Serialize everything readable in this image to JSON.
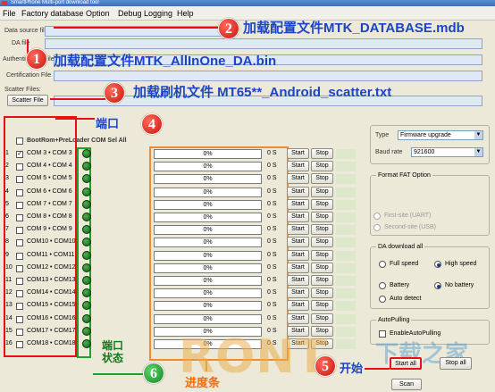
{
  "window": {
    "title": "SmartPhone Multi-port download tool"
  },
  "menu": [
    "File",
    "Factory database",
    "Option",
    "Debug Logging",
    "Help"
  ],
  "files": {
    "data_source_label": "Data source file",
    "da_label": "DA file",
    "auth_label": "Authentication File",
    "cert_label": "Certification File",
    "scatter_group_label": "Scatter Files:",
    "scatter_button": "Scatter File"
  },
  "callouts": {
    "c1": "加载配置文件MTK_AllInOne_DA.bin",
    "c2": "加载配置文件MTK_DATABASE.mdb",
    "c3": "加载刷机文件 MT65**_Android_scatter.txt",
    "c4": "端口",
    "c5": "开始",
    "c6": "端口\n状态",
    "progress": "进度条"
  },
  "badges": {
    "b1": "1",
    "b2": "2",
    "b3": "3",
    "b4": "4",
    "b5": "5",
    "b6": "6"
  },
  "ports": {
    "select_all_label": "BootRom+PreLoader COM Sel All",
    "rows": [
      {
        "index": "1",
        "name": "COM 3 • COM 3",
        "checked": true
      },
      {
        "index": "2",
        "name": "COM 4 • COM 4",
        "checked": false
      },
      {
        "index": "3",
        "name": "COM 5 • COM 5",
        "checked": false
      },
      {
        "index": "4",
        "name": "COM 6 • COM 6",
        "checked": false
      },
      {
        "index": "5",
        "name": "COM 7 • COM 7",
        "checked": false
      },
      {
        "index": "6",
        "name": "COM 8 • COM 8",
        "checked": false
      },
      {
        "index": "7",
        "name": "COM 9 • COM 9",
        "checked": false
      },
      {
        "index": "8",
        "name": "COM10 • COM10",
        "checked": false
      },
      {
        "index": "9",
        "name": "COM11 • COM11",
        "checked": false
      },
      {
        "index": "10",
        "name": "COM12 • COM12",
        "checked": false
      },
      {
        "index": "11",
        "name": "COM13 • COM13",
        "checked": false
      },
      {
        "index": "12",
        "name": "COM14 • COM14",
        "checked": false
      },
      {
        "index": "13",
        "name": "COM15 • COM15",
        "checked": false
      },
      {
        "index": "14",
        "name": "COM16 • COM16",
        "checked": false
      },
      {
        "index": "15",
        "name": "COM17 • COM17",
        "checked": false
      },
      {
        "index": "16",
        "name": "COM18 • COM18",
        "checked": false
      }
    ],
    "progress_text": "0%",
    "progress_value": 0,
    "seconds_text": "0 S",
    "start_label": "Start",
    "stop_label": "Stop"
  },
  "settings": {
    "type_label": "Type",
    "type_value": "Firmware upgrade",
    "baud_label": "Baud rate",
    "baud_value": "921600",
    "fat_group": "Format FAT Option",
    "fat_opt1": "First-site (UART)",
    "fat_opt2": "Second-site (USB)",
    "da_group": "DA download all",
    "full_speed": "Full speed",
    "high_speed": "High speed",
    "battery": "Battery",
    "no_battery": "No battery",
    "auto_detect": "Auto detect",
    "autopull_group": "AutoPulling",
    "enable_autopull": "EnableAutoPulling",
    "start_all": "Start all",
    "stop_all": "Stop all",
    "scan": "Scan"
  },
  "watermark": {
    "text": "下载之家",
    "latin": "RONT"
  },
  "colors": {
    "accent_blue": "#1c44c6",
    "callout_red": "#e81010",
    "progress_orange": "#f08a2a",
    "status_green": "#1ca12c"
  }
}
